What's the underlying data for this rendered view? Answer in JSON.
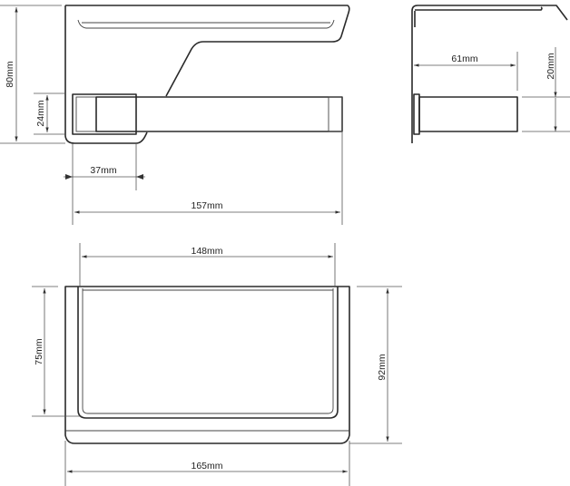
{
  "labels": {
    "height_total": "80mm",
    "roll_height": "24mm",
    "flange_width": "37mm",
    "total_length": "157mm",
    "depth_to_roll": "61mm",
    "roll_drop": "20mm",
    "inner_width": "148mm",
    "inner_depth": "75mm",
    "outer_depth": "92mm",
    "outer_width": "165mm"
  },
  "colors": {
    "line": "#2a2a2a",
    "dimension": "#555555",
    "background": "#ffffff"
  }
}
